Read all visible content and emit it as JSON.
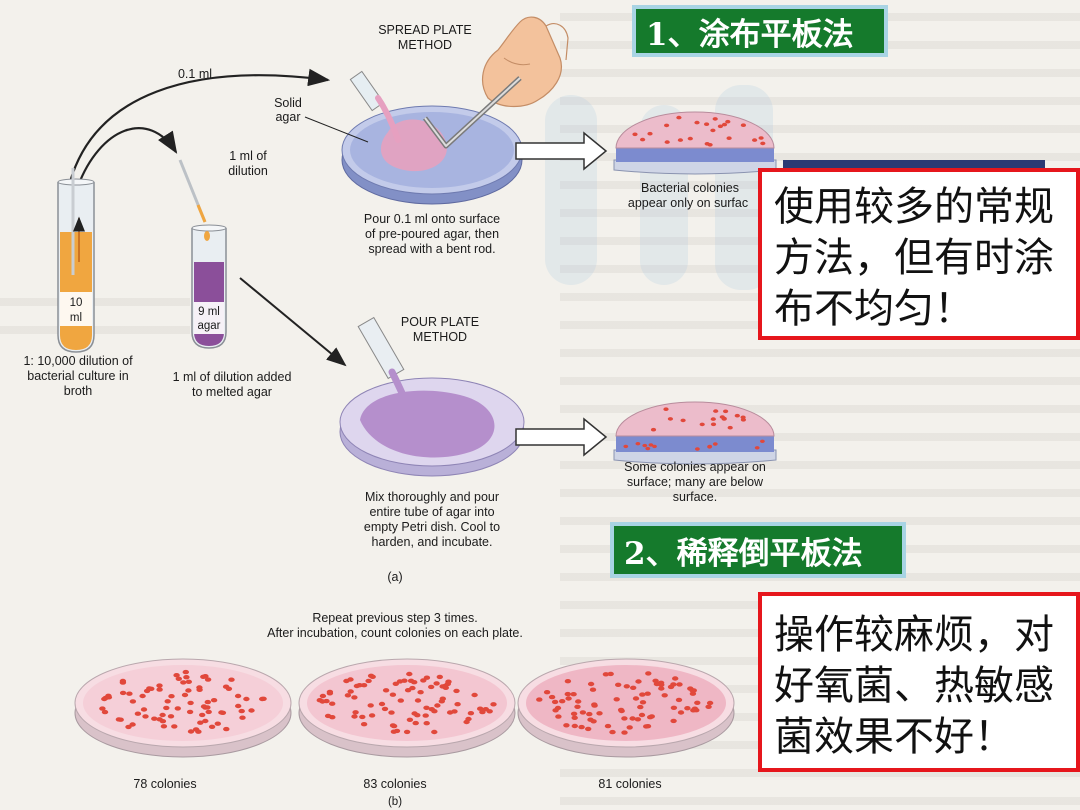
{
  "slide": {
    "labels": {
      "spread_method_cn": "1、涂布平板法",
      "pour_method_cn": "2、稀释倒平板法"
    },
    "notes": {
      "spread": [
        "使用较多的常规",
        "方法，但有时涂",
        "布不均匀！"
      ],
      "pour": [
        "操作较麻烦，对",
        "好氧菌、热敏感",
        "菌效果不好！"
      ]
    }
  },
  "figure": {
    "spread_title": [
      "SPREAD PLATE",
      "METHOD"
    ],
    "volume_label": "0.1 ml",
    "solid_agar": [
      "Solid",
      "agar"
    ],
    "dilution_label": [
      "1 ml of",
      "dilution"
    ],
    "spread_result": [
      "Bacterial colonies",
      "appear only on surfac"
    ],
    "spread_caption": [
      "Pour 0.1 ml onto surface",
      "of pre-poured agar, then",
      "spread with a bent rod."
    ],
    "broth_tube": [
      "10",
      "ml"
    ],
    "agar_tube": [
      "9 ml",
      "agar"
    ],
    "broth_caption": [
      "1: 10,000 dilution of",
      "bacterial culture in",
      "broth"
    ],
    "agar_caption": [
      "1 ml of dilution added",
      "to melted agar"
    ],
    "pour_title": [
      "POUR PLATE",
      "METHOD"
    ],
    "pour_result": [
      "Some colonies appear on",
      "surface; many are below",
      "surface."
    ],
    "pour_caption": [
      "Mix thoroughly and pour",
      "entire tube of agar into",
      "empty Petri dish. Cool to",
      "harden, and incubate."
    ],
    "panel_a": "(a)",
    "repeat_caption": [
      "Repeat previous step 3 times.",
      "After incubation, count colonies on each plate."
    ],
    "plates": [
      {
        "label": "78 colonies"
      },
      {
        "label": "83 colonies"
      },
      {
        "label": "81 colonies"
      }
    ],
    "panel_b": "(b)"
  },
  "colors": {
    "label_green": "#157a2c",
    "note_border_red": "#e6161c",
    "broth_orange": "#f0a640",
    "agar_purple": "#8b4f9a",
    "agar_blue": "#7c8bcf",
    "colony_red": "#e1483b"
  }
}
